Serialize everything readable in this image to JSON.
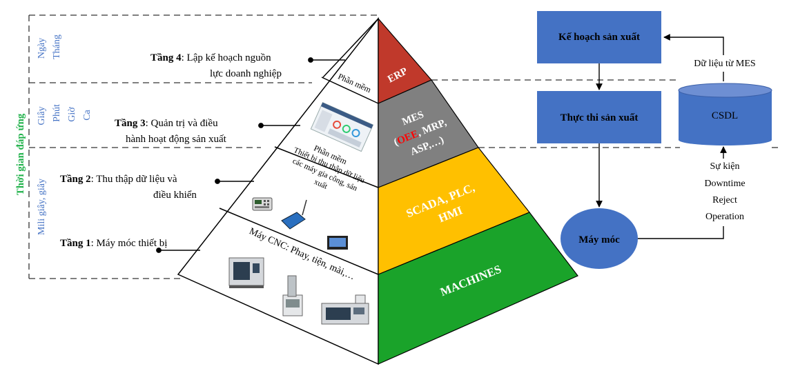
{
  "time_axis": {
    "title": "Thời gian đáp ứng",
    "band1": [
      "Ngày",
      "Tháng"
    ],
    "band2": [
      "Giây",
      "Phút",
      "Giờ",
      "Ca"
    ],
    "band3": [
      "Mili giây, giây"
    ]
  },
  "tiers": [
    {
      "num": "Tầng 4",
      "line1": ": Lập kế hoạch nguồn",
      "line2": "lực doanh nghiệp"
    },
    {
      "num": "Tầng 3",
      "line1": ": Quản   trị và điều",
      "line2": "hành hoạt động sản xuất"
    },
    {
      "num": "Tầng 2",
      "line1": ": Thu thập dữ liệu và",
      "line2": "điều khiển"
    },
    {
      "num": "Tầng 1",
      "line1": ": Máy móc thiết bị",
      "line2": ""
    }
  ],
  "left_labels": {
    "phan_mem_1": "Phần mềm",
    "phan_mem_2": "Phần mềm",
    "device": [
      "Thiết bị thu thập dữ liệu",
      "các máy gia công, sản",
      "xuất"
    ],
    "cnc": "Máy CNC: Phay, tiện, mài,…"
  },
  "levels": {
    "erp": "ERP",
    "mes_title": "MES",
    "mes_paren_open": "(",
    "mes_oee": "OEE",
    "mes_rest": ", MRP,",
    "mes_line3": "ASP,…)",
    "scada_1": "SCADA, PLC,",
    "scada_2": "HMI",
    "machines": "MACHINES"
  },
  "flow": {
    "ke_hoach": "Kế hoạch sản xuất",
    "thuc_thi": "Thực thi sản xuất",
    "may_moc": "Máy móc",
    "csdl": "CSDL",
    "du_lieu": "Dữ liệu từ MES",
    "events": [
      "Sự kiện",
      "Downtime",
      "Reject",
      "Operation"
    ]
  },
  "colors": {
    "erp": "#c0392b",
    "mes": "#808080",
    "scada": "#ffc000",
    "machines": "#1aa32a",
    "flow_box": "#4472c4",
    "time_title": "#21b24b",
    "time_band": "#4472c4",
    "oee": "#ff0000"
  }
}
